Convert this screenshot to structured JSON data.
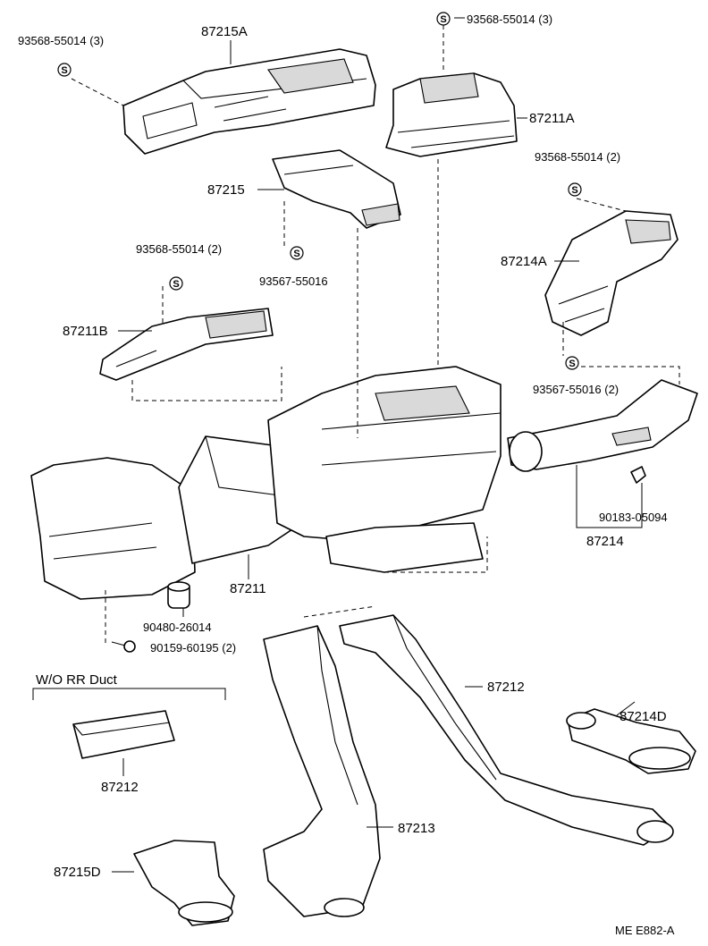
{
  "labels": {
    "screw_top_left": "93568-55014 (3)",
    "part_87215A": "87215A",
    "screw_top_right": "93568-55014 (3)",
    "part_87211A": "87211A",
    "part_87215": "87215",
    "screw_right_2": "93568-55014 (2)",
    "screw_left_2": "93568-55014 (2)",
    "screw_center": "93567-55016",
    "part_87214A": "87214A",
    "part_87211B": "87211B",
    "screw_right_lower": "93567-55016 (2)",
    "clip_90183": "90183-05094",
    "part_87214": "87214",
    "part_87211": "87211",
    "grommet_90480": "90480-26014",
    "bolt_90159": "90159-60195 (2)",
    "section_title": "W/O RR Duct",
    "part_87212_inset": "87212",
    "part_87212": "87212",
    "part_87214D": "87214D",
    "part_87213": "87213",
    "part_87215D": "87215D",
    "footer_code": "ME  E882-A"
  },
  "screw_symbol": "S",
  "icons": [
    "screw-symbol-icon"
  ]
}
